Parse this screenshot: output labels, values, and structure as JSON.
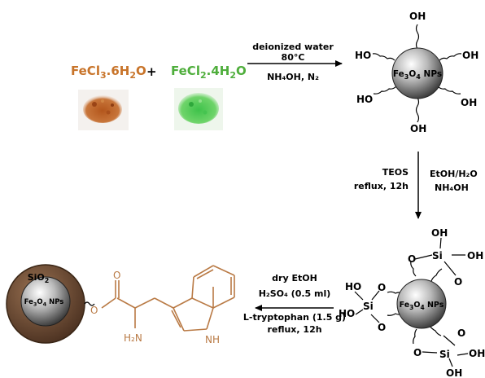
{
  "reactants": {
    "fecl3": {
      "base": "FeCl",
      "sub1": "3",
      "mid": ".6H",
      "sub2": "2",
      "end": "O",
      "color": "#c8742a"
    },
    "plus": "+",
    "fecl2": {
      "base": "FeCl",
      "sub1": "2",
      "mid": ".4H",
      "sub2": "2",
      "end": "O",
      "color": "#4fae3c"
    }
  },
  "step1": {
    "line1": "deionized water",
    "line2": "80°C",
    "line3": "NH₄OH, N₂"
  },
  "step2": {
    "left1": "TEOS",
    "left2": "reflux, 12h",
    "right1": "EtOH/H₂O",
    "right2": "NH₄OH"
  },
  "step3": {
    "line1": "dry EtOH",
    "line2": "H₂SO₄ (0.5 ml)",
    "line3": "L-tryptophan (1.5 g)",
    "line4": "reflux, 12h"
  },
  "np_label": {
    "a": "Fe",
    "s1": "3",
    "b": "O",
    "s2": "4",
    "c": " NPs"
  },
  "sio2": {
    "a": "SiO",
    "s": "2"
  },
  "groups": {
    "oh": "OH",
    "ho": "HO",
    "o": "O",
    "si": "Si",
    "h2n": "H₂N",
    "nh": "NH"
  },
  "colors": {
    "brown": "#b97a45",
    "shell": "#6e4a2e"
  }
}
